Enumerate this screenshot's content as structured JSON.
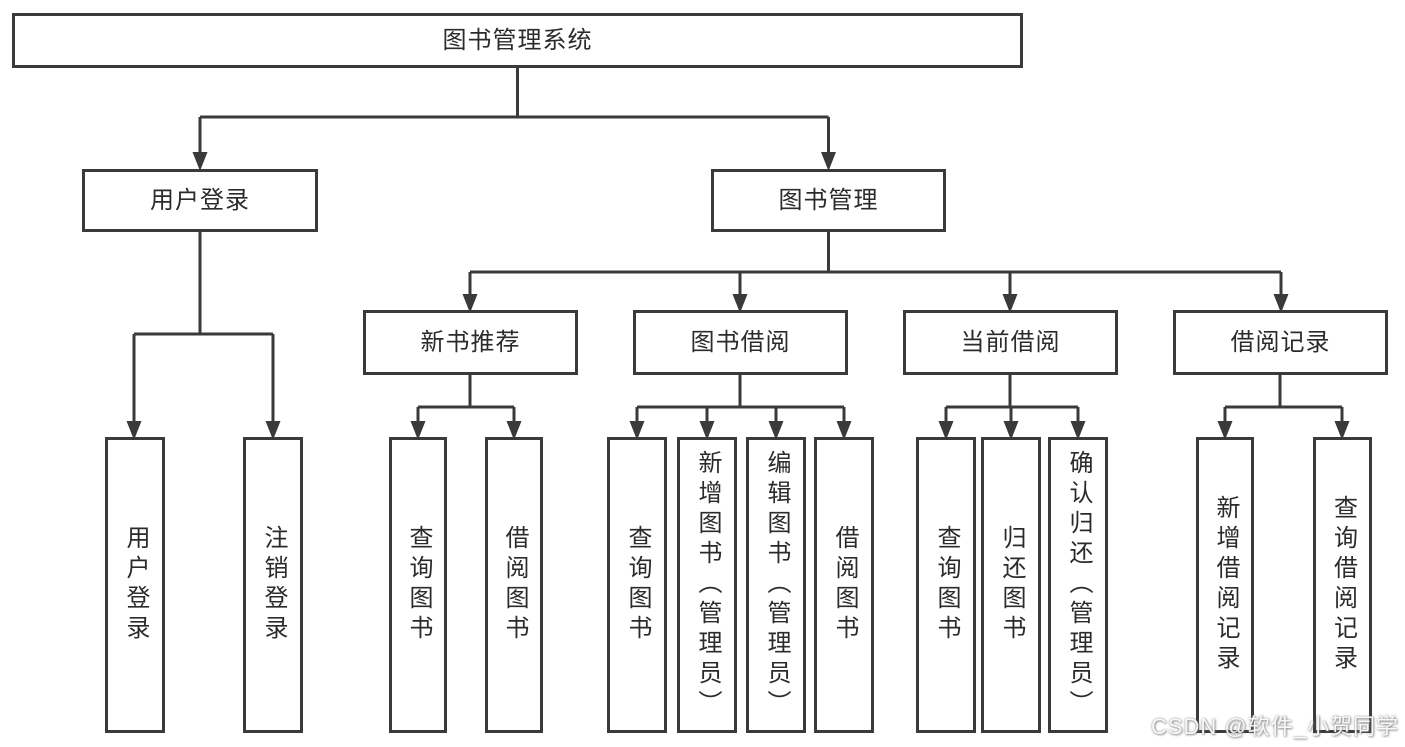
{
  "tree": {
    "label": "图书管理系统",
    "children": [
      {
        "label": "用户登录",
        "children": [
          {
            "label": "用户登录"
          },
          {
            "label": "注销登录"
          }
        ]
      },
      {
        "label": "图书管理",
        "children": [
          {
            "label": "新书推荐",
            "children": [
              {
                "label": "查询图书"
              },
              {
                "label": "借阅图书"
              }
            ]
          },
          {
            "label": "图书借阅",
            "children": [
              {
                "label": "查询图书"
              },
              {
                "label": "新增图书（管理员）"
              },
              {
                "label": "编辑图书（管理员）"
              },
              {
                "label": "借阅图书"
              }
            ]
          },
          {
            "label": "当前借阅",
            "children": [
              {
                "label": "查询图书"
              },
              {
                "label": "归还图书"
              },
              {
                "label": "确认归还（管理员）"
              }
            ]
          },
          {
            "label": "借阅记录",
            "children": [
              {
                "label": "新增借阅记录"
              },
              {
                "label": "查询借阅记录"
              }
            ]
          }
        ]
      }
    ]
  },
  "watermark": {
    "text": "CSDN @软件_小贺同学"
  },
  "colors": {
    "line": "#3a3a3a",
    "background": "#ffffff",
    "box_fill": "#ffffff"
  }
}
